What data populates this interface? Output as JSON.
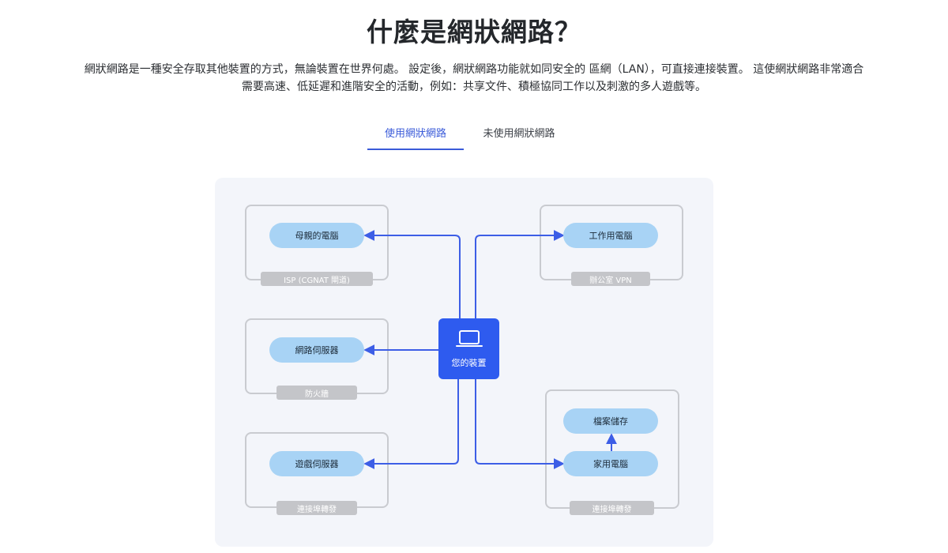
{
  "header": {
    "title": "什麼是網狀網路？",
    "description": "網狀網路是一種安全存取其他裝置的方式，無論裝置在世界何處。 設定後，網狀網路功能就如同安全的 區網（LAN），可直接連接裝置。 這使網狀網路非常適合需要高速、低延遲和進階安全的活動，例如：共享文件、積極協同工作以及刺激的多人遊戲等。"
  },
  "tabs": {
    "active": "使用網狀網路",
    "inactive": "未使用網狀網路"
  },
  "diagram": {
    "center": {
      "label": "您的裝置",
      "icon": "laptop-icon"
    },
    "nodes": {
      "mother_pc": "母親的電腦",
      "web_server": "網路伺服器",
      "game_server": "遊戲伺服器",
      "work_pc": "工作用電腦",
      "file_storage": "檔案儲存",
      "home_pc": "家用電腦"
    },
    "tags": {
      "isp": "ISP (CGNAT 閘道)",
      "firewall": "防火牆",
      "port_forward_left": "連接埠轉發",
      "office_vpn": "辦公室 VPN",
      "port_forward_right": "連接埠轉發"
    }
  },
  "colors": {
    "accent": "#3a5bd9",
    "device": "#2e5bef",
    "pill": "#a8d3f5",
    "line": "#3d5ee6",
    "panel": "#f3f5fa",
    "box_border": "#c9cbd0",
    "tag": "#c4c5c9"
  }
}
